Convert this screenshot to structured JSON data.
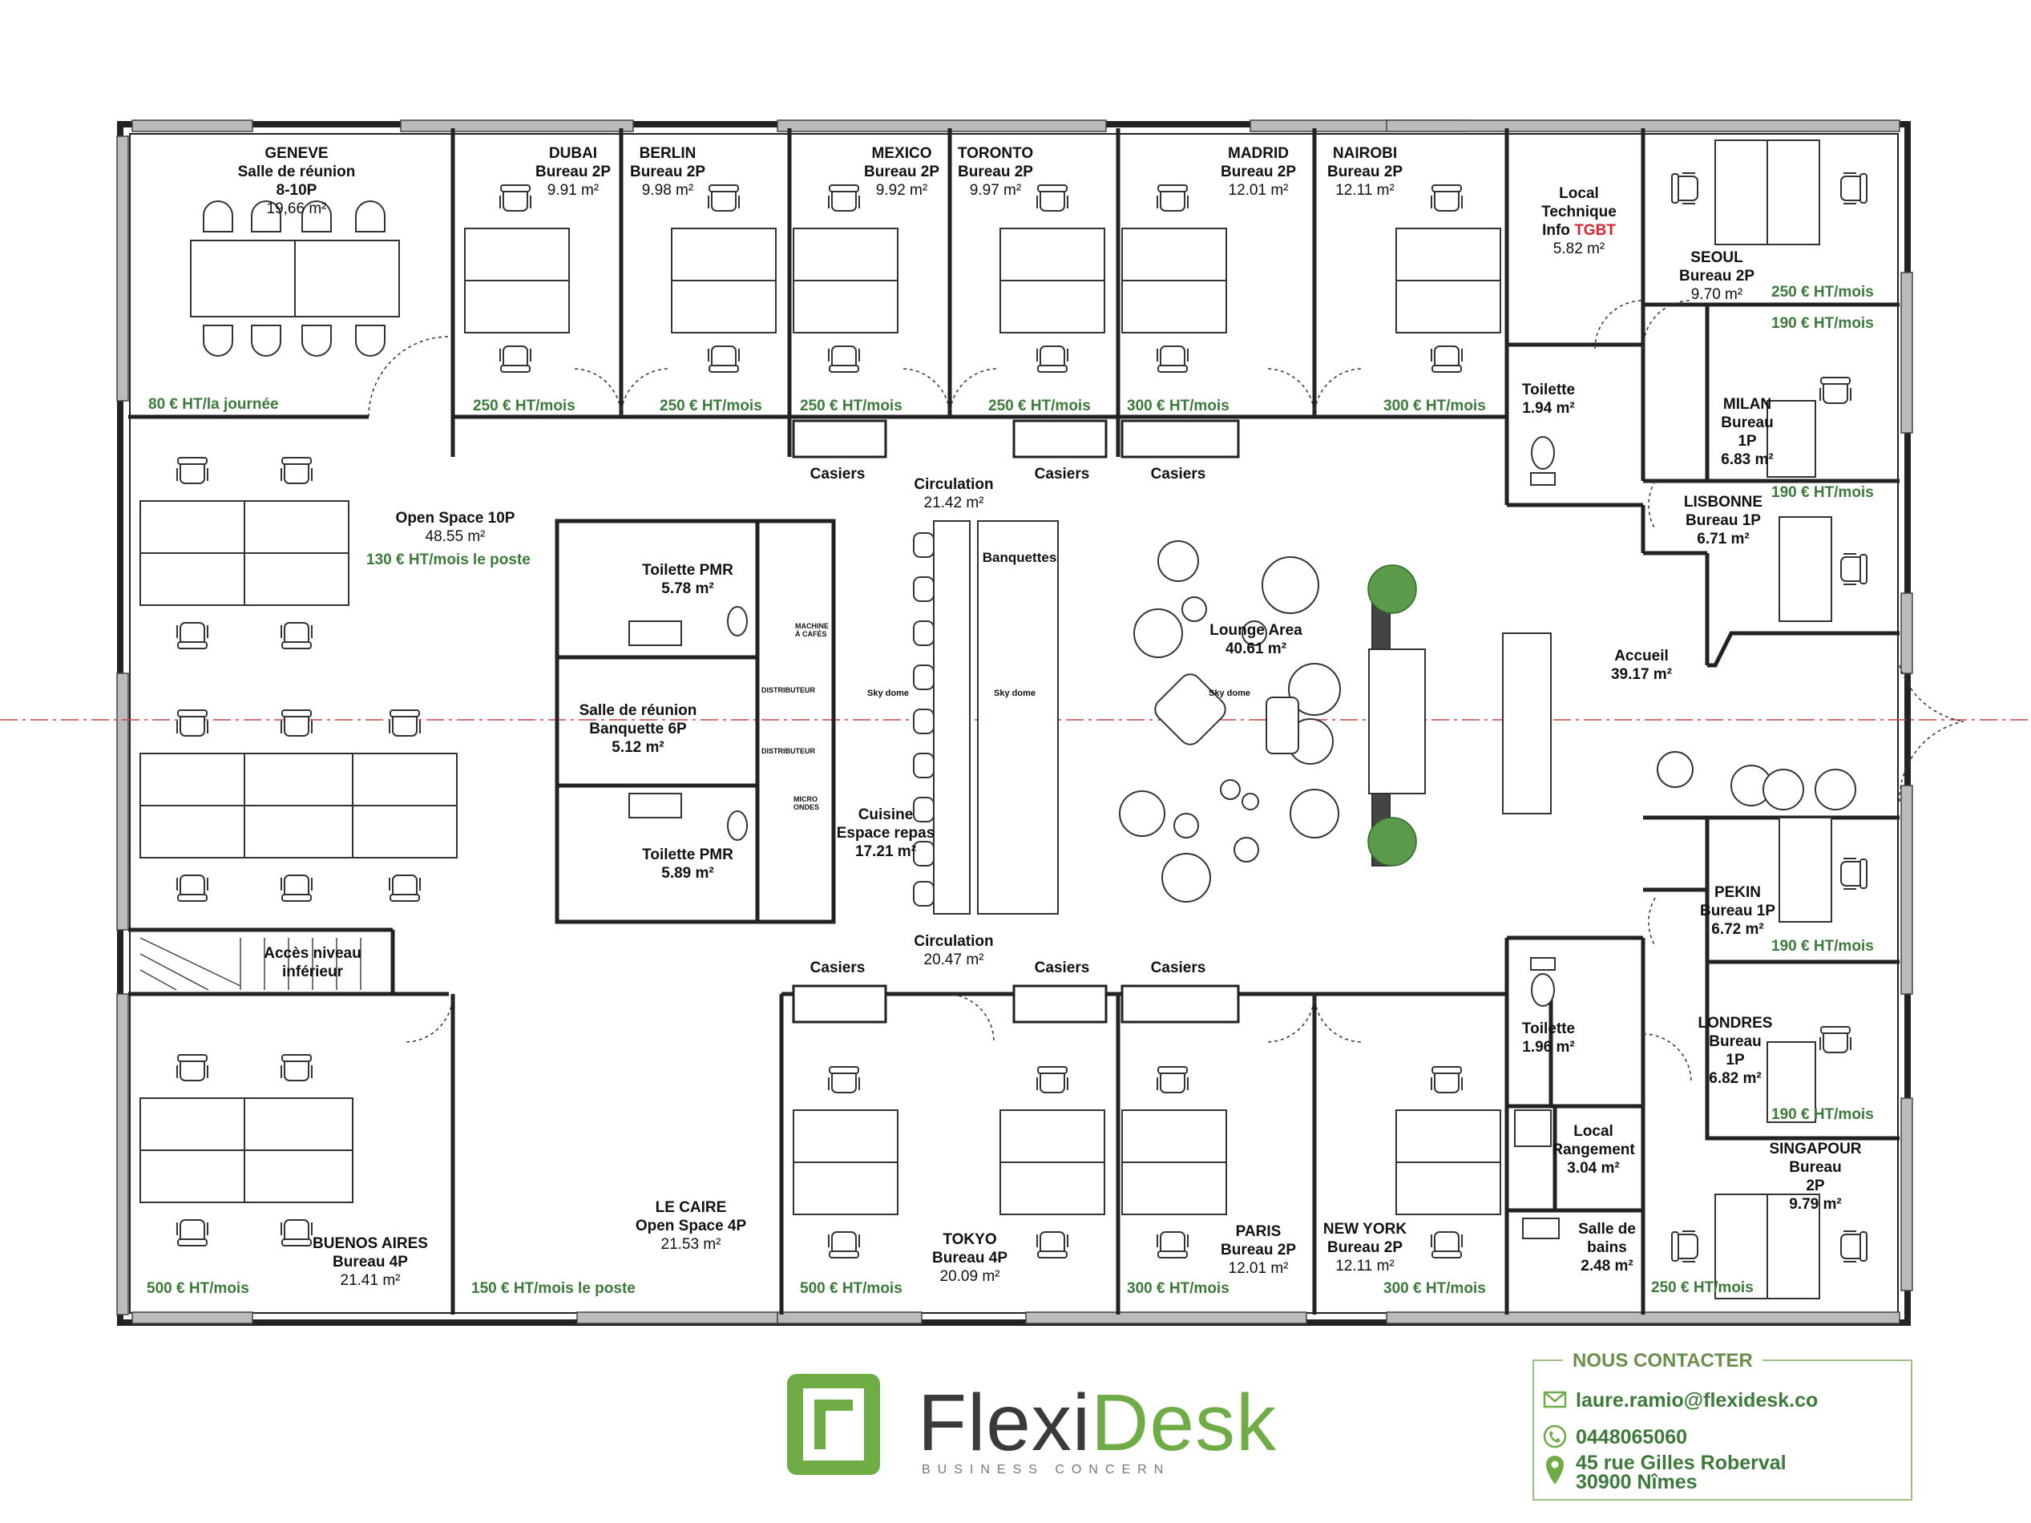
{
  "rooms": [
    {
      "id": "geneve",
      "lines": [
        "GENEVE",
        "Salle de réunion",
        "8-10P"
      ],
      "area": "19,66 m²",
      "price": "80 € HT/la journée"
    },
    {
      "id": "dubai",
      "lines": [
        "DUBAI",
        "Bureau 2P"
      ],
      "area": "9.91 m²",
      "price": "250 € HT/mois"
    },
    {
      "id": "berlin",
      "lines": [
        "BERLIN",
        "Bureau 2P"
      ],
      "area": "9.98 m²",
      "price": "250 € HT/mois"
    },
    {
      "id": "mexico",
      "lines": [
        "MEXICO",
        "Bureau 2P"
      ],
      "area": "9.92 m²",
      "price": "250 € HT/mois"
    },
    {
      "id": "toronto",
      "lines": [
        "TORONTO",
        "Bureau 2P"
      ],
      "area": "9.97 m²",
      "price": "250 € HT/mois"
    },
    {
      "id": "madrid",
      "lines": [
        "MADRID",
        "Bureau 2P"
      ],
      "area": "12.01 m²",
      "price": "300 € HT/mois"
    },
    {
      "id": "nairobi",
      "lines": [
        "NAIROBI",
        "Bureau 2P"
      ],
      "area": "12.11 m²",
      "price": "300 € HT/mois"
    },
    {
      "id": "local-tech",
      "lines": [
        "Local",
        "Technique"
      ],
      "line3": "Info ",
      "line3_red": "TGBT",
      "area": "5.82 m²"
    },
    {
      "id": "seoul",
      "lines": [
        "SEOUL",
        "Bureau 2P"
      ],
      "area": "9.70 m²",
      "price": "250 € HT/mois"
    },
    {
      "id": "toilette-top",
      "lines": [
        "Toilette",
        "1.94 m²"
      ]
    },
    {
      "id": "milan",
      "lines": [
        "MILAN",
        "Bureau",
        "1P",
        "6.83 m²"
      ],
      "price": "190 € HT/mois"
    },
    {
      "id": "lisbonne",
      "lines": [
        "LISBONNE",
        "Bureau 1P",
        "6.71 m²"
      ],
      "price": "190 € HT/mois"
    },
    {
      "id": "open-space-10p",
      "lines": [
        "Open Space 10P"
      ],
      "area": "48.55 m²",
      "price": "130 € HT/mois le poste"
    },
    {
      "id": "circulation-top",
      "lines": [
        "Circulation"
      ],
      "area": "21.42 m²"
    },
    {
      "id": "toilette-pmr-1",
      "lines": [
        "Toilette PMR",
        "5.78 m²"
      ]
    },
    {
      "id": "salle-6p",
      "lines": [
        "Salle de réunion",
        "Banquette 6P",
        "5.12 m²"
      ]
    },
    {
      "id": "toilette-pmr-2",
      "lines": [
        "Toilette PMR",
        "5.89 m²"
      ]
    },
    {
      "id": "cuisine",
      "lines": [
        "Cuisine",
        "Espace repas",
        "17.21 m²"
      ]
    },
    {
      "id": "banquettes",
      "lines": [
        "Banquettes"
      ]
    },
    {
      "id": "lounge",
      "lines": [
        "Lounge Area",
        "40.61 m²"
      ]
    },
    {
      "id": "accueil",
      "lines": [
        "Accueil",
        "39.17 m²"
      ]
    },
    {
      "id": "circulation-bottom",
      "lines": [
        "Circulation"
      ],
      "area": "20.47 m²"
    },
    {
      "id": "acces",
      "lines": [
        "Accès niveau",
        "inférieur"
      ]
    },
    {
      "id": "pekin",
      "lines": [
        "PEKIN",
        "Bureau 1P",
        "6.72 m²"
      ],
      "price": "190 € HT/mois"
    },
    {
      "id": "toilette-bottom",
      "lines": [
        "Toilette",
        "1.96 m²"
      ]
    },
    {
      "id": "londres",
      "lines": [
        "LONDRES",
        "Bureau",
        "1P",
        "6.82 m²"
      ],
      "price": "190 € HT/mois"
    },
    {
      "id": "local-rangement",
      "lines": [
        "Local",
        "Rangement",
        "3.04 m²"
      ]
    },
    {
      "id": "salle-de-bains",
      "lines": [
        "Salle de",
        "bains",
        "2.48 m²"
      ]
    },
    {
      "id": "singapour",
      "lines": [
        "SINGAPOUR",
        "Bureau",
        "2P",
        "9.79 m²"
      ],
      "price": "250 € HT/mois"
    },
    {
      "id": "buenos-aires",
      "lines": [
        "BUENOS AIRES",
        "Bureau 4P"
      ],
      "area": "21.41 m²",
      "price": "500 € HT/mois"
    },
    {
      "id": "le-caire",
      "lines": [
        "LE CAIRE",
        "Open Space 4P"
      ],
      "area": "21.53 m²",
      "price": "150 € HT/mois le poste"
    },
    {
      "id": "tokyo",
      "lines": [
        "TOKYO",
        "Bureau 4P"
      ],
      "area": "20.09 m²",
      "price": "500 € HT/mois"
    },
    {
      "id": "paris",
      "lines": [
        "PARIS",
        "Bureau 2P"
      ],
      "area": "12.01 m²",
      "price": "300 € HT/mois"
    },
    {
      "id": "new-york",
      "lines": [
        "NEW YORK",
        "Bureau 2P"
      ],
      "area": "12.11 m²",
      "price": "300 € HT/mois"
    }
  ],
  "casiers_label": "Casiers",
  "small_labels": {
    "machine": "MACHINE À CAFÉS",
    "distributeur": "DISTRIBUTEUR",
    "micro": "MICRO ONDES",
    "sky_dome": "Sky dome"
  },
  "brand": {
    "name_part1": "Flexi",
    "name_part2": "Desk",
    "tagline": "BUSINESS CONCERN",
    "colors": {
      "green": "#6fac46",
      "dark": "#3a3a3a",
      "price_green": "#3c7a3a"
    }
  },
  "contact": {
    "title": "NOUS CONTACTER",
    "email": "laure.ramio@flexidesk.co",
    "phone": "0448065060",
    "address_line1": "45 rue Gilles Roberval",
    "address_line2": "30900 Nîmes",
    "icons": [
      "mail-icon",
      "phone-icon",
      "location-pin-icon"
    ]
  }
}
